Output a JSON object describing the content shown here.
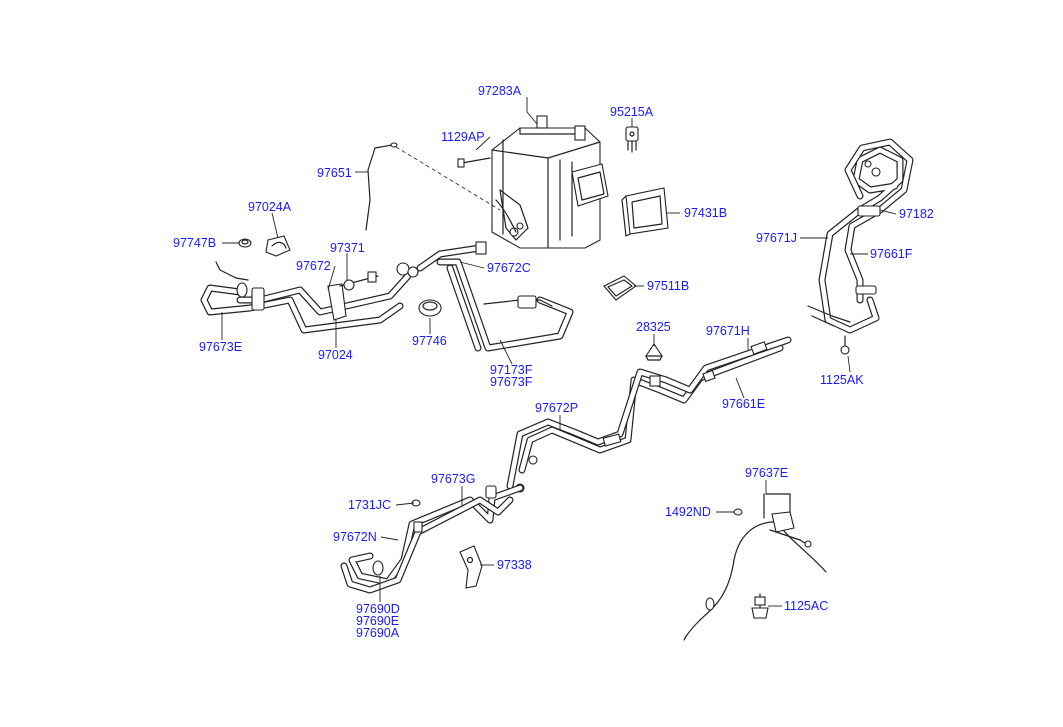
{
  "labels": [
    {
      "id": "97283A",
      "text": "97283A"
    },
    {
      "id": "95215A",
      "text": "95215A"
    },
    {
      "id": "1129AP",
      "text": "1129AP"
    },
    {
      "id": "97651",
      "text": "97651"
    },
    {
      "id": "97024A",
      "text": "97024A"
    },
    {
      "id": "97747B",
      "text": "97747B"
    },
    {
      "id": "97371",
      "text": "97371"
    },
    {
      "id": "97672",
      "text": "97672"
    },
    {
      "id": "97672C",
      "text": "97672C"
    },
    {
      "id": "97431B",
      "text": "97431B"
    },
    {
      "id": "97182",
      "text": "97182"
    },
    {
      "id": "97671J",
      "text": "97671J"
    },
    {
      "id": "97661F",
      "text": "97661F"
    },
    {
      "id": "97511B",
      "text": "97511B"
    },
    {
      "id": "97673E",
      "text": "97673E"
    },
    {
      "id": "97024",
      "text": "97024"
    },
    {
      "id": "97746",
      "text": "97746"
    },
    {
      "id": "97173F",
      "text": "97173F"
    },
    {
      "id": "97673F",
      "text": "97673F"
    },
    {
      "id": "28325",
      "text": "28325"
    },
    {
      "id": "97671H",
      "text": "97671H"
    },
    {
      "id": "1125AK",
      "text": "1125AK"
    },
    {
      "id": "97661E",
      "text": "97661E"
    },
    {
      "id": "97672P",
      "text": "97672P"
    },
    {
      "id": "97637E",
      "text": "97637E"
    },
    {
      "id": "97673G",
      "text": "97673G"
    },
    {
      "id": "1731JC",
      "text": "1731JC"
    },
    {
      "id": "1492ND",
      "text": "1492ND"
    },
    {
      "id": "97672N",
      "text": "97672N"
    },
    {
      "id": "97338",
      "text": "97338"
    },
    {
      "id": "1125AC",
      "text": "1125AC"
    },
    {
      "id": "97690D",
      "text": "97690D"
    },
    {
      "id": "97690E",
      "text": "97690E"
    },
    {
      "id": "97690A",
      "text": "97690A"
    }
  ]
}
